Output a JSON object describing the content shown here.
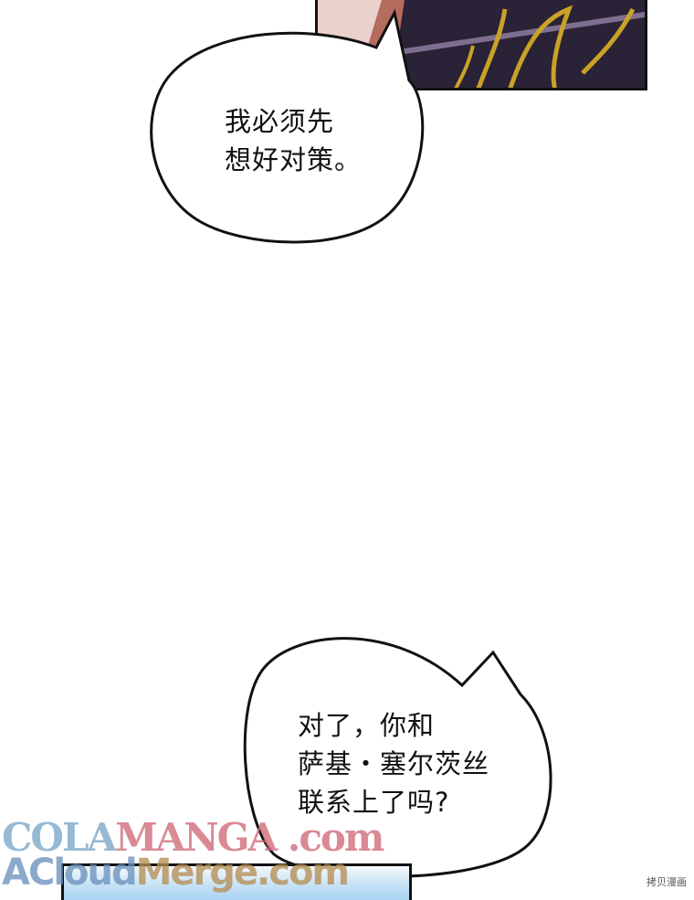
{
  "bubbles": [
    {
      "text": "我必须先\n想好对策。"
    },
    {
      "text": "对了，你和\n萨基・塞尔茨丝\n联系上了吗?"
    }
  ],
  "watermark": {
    "line1_part1": "COLA",
    "line1_part2": "MANGA",
    "line1_part3": " .com",
    "line2_part1": "ACloud",
    "line2_part2": "Merge.com"
  },
  "corner_tag": "拷贝漫画",
  "colors": {
    "panel_top_dark": "#231b2b",
    "panel_top_gold": "#c9a227",
    "panel_bottom_sky": "#a9d3f2",
    "watermark_pink": "#d06a78",
    "watermark_blue": "#7aa6c8",
    "watermark_gold": "#b58f54"
  }
}
